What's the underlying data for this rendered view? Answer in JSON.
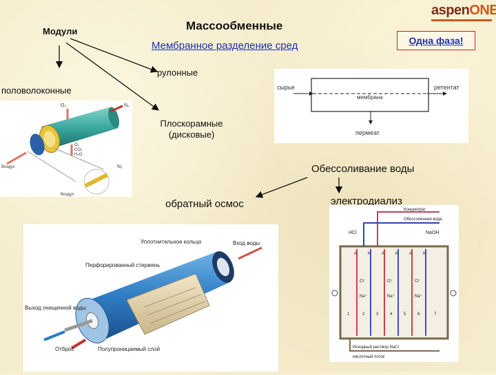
{
  "logo": {
    "prefix": "aspen",
    "suffix": "ONE"
  },
  "labels": {
    "modules": "Модули",
    "main_title": "Массообменные",
    "subtitle": "Мембранное разделение сред",
    "one_phase": "Одна фаза!",
    "rolled": "рулонные",
    "hollow_fiber": "половолоконные",
    "plate_frame": "Плоскорамные (дисковые)",
    "desalination": "Обессоливание воды",
    "reverse_osmosis": "обратный осмос",
    "electrodialysis": "электродиализ"
  },
  "hollow_fiber_diagram": {
    "o2": "O₂",
    "n2": "N₂",
    "o2_2": "O₂",
    "co2": "CO₂",
    "h2o": "H₂O",
    "n2_2": "N₂",
    "air_1": "Воздух",
    "air_2": "Воздух"
  },
  "membrane_scheme": {
    "feed": "сырье",
    "retentate": "ретентат",
    "membrane": "мембрана",
    "permeate": "пермеат"
  },
  "ro_diagram": {
    "collector_ring": "Уплотнительное кольцо",
    "water_in": "Вход воды",
    "perforated_core": "Перфорированный стержень",
    "purified_out": "Выход очищенной воды",
    "reject": "Отброс",
    "semi_permeable": "Полупроницаемый слой"
  },
  "ed_diagram": {
    "concentrate": "Концентрат",
    "desalted": "Обессоленная вода",
    "hcl": "HCl",
    "naoh": "NaOH",
    "a1": "A",
    "k1": "K",
    "a2": "A",
    "k2": "K",
    "a3": "A",
    "k3": "K",
    "cl1": "Cl⁻",
    "cl2": "Cl⁻",
    "cl3": "Cl⁻",
    "na1": "Na⁺",
    "na2": "Na⁺",
    "na3": "Na⁺",
    "n1": "1",
    "n2": "2",
    "n3": "3",
    "n4": "4",
    "n5": "5",
    "n6": "6",
    "n7": "7",
    "feed": "Исходный раствор NaCl",
    "feed2": "кислотный поток"
  },
  "colors": {
    "blue_text": "#1b2fb0",
    "red_border": "#c62020",
    "background": "#f5eccc"
  }
}
